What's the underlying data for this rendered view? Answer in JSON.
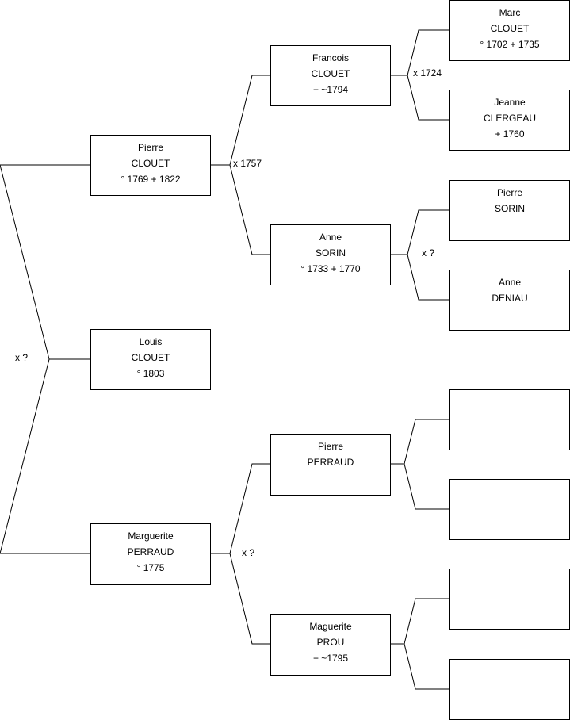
{
  "persons": {
    "louis": {
      "lines": [
        "Louis",
        "CLOUET",
        "° 1803"
      ]
    },
    "pierre_clouet": {
      "lines": [
        "Pierre",
        "CLOUET",
        "° 1769 + 1822"
      ]
    },
    "marguerite_perraud": {
      "lines": [
        "Marguerite",
        "PERRAUD",
        "° 1775"
      ]
    },
    "francois_clouet": {
      "lines": [
        "Francois",
        "CLOUET",
        "+ ~1794"
      ]
    },
    "anne_sorin": {
      "lines": [
        "Anne",
        "SORIN",
        "° 1733 + 1770"
      ]
    },
    "pierre_perraud": {
      "lines": [
        "Pierre",
        "PERRAUD"
      ]
    },
    "maguerite_prou": {
      "lines": [
        "Maguerite",
        "PROU",
        "+ ~1795"
      ]
    },
    "marc_clouet": {
      "lines": [
        "Marc",
        "CLOUET",
        "° 1702 + 1735"
      ]
    },
    "jeanne_clergeau": {
      "lines": [
        "Jeanne",
        "CLERGEAU",
        "+ 1760"
      ]
    },
    "pierre_sorin": {
      "lines": [
        "Pierre",
        "SORIN"
      ]
    },
    "anne_deniau": {
      "lines": [
        "Anne",
        "DENIAU"
      ]
    }
  },
  "marriages": {
    "louis_parents": "x ?",
    "pierre_clouet_parents": "x 1757",
    "marguerite_perraud_parents": "x ?",
    "francois_clouet_parents": "x 1724",
    "anne_sorin_parents": "x ?"
  }
}
